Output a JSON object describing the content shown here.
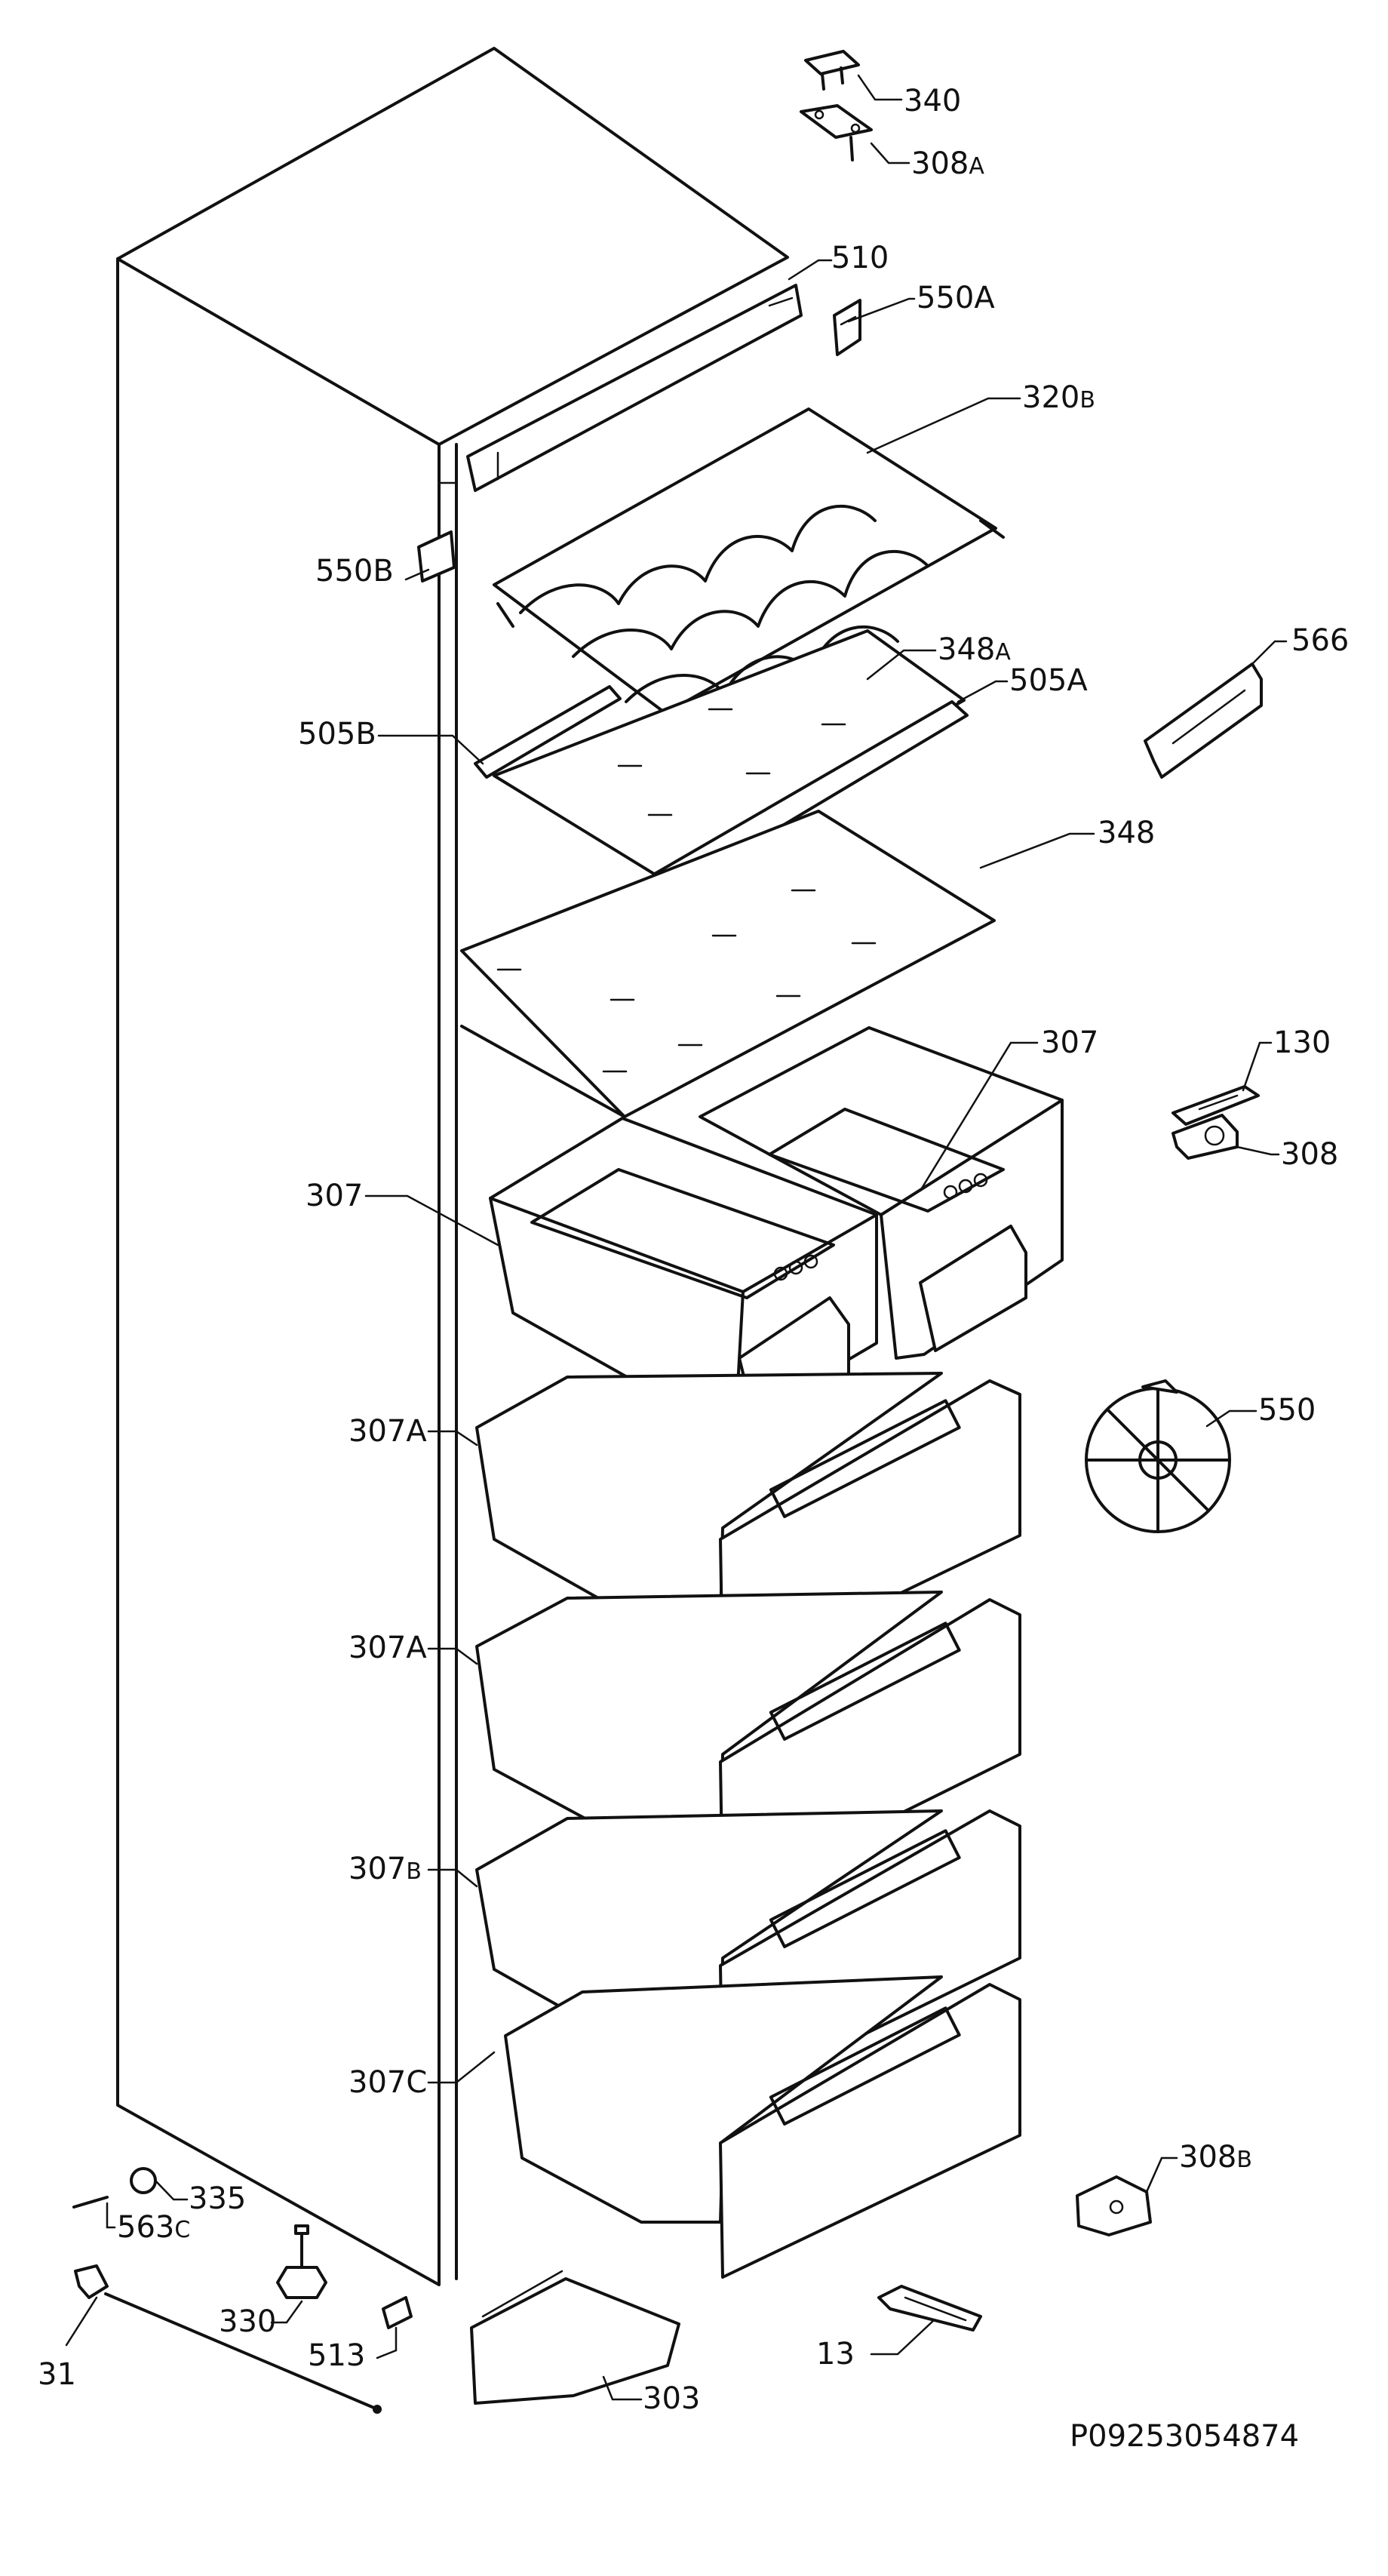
{
  "labels": {
    "l340": "340",
    "l308a": "308",
    "l308a_sub": "A",
    "l510": "510",
    "l550a": "550A",
    "l320b": "320",
    "l320b_sub": "B",
    "l550b": "550B",
    "l348a": "348",
    "l348a_sub": "A",
    "l505a": "505A",
    "l505b": "505B",
    "l566": "566",
    "l348": "348",
    "l307_top": "307",
    "l307_left": "307",
    "l130": "130",
    "l308": "308",
    "l307a_1": "307A",
    "l550": "550",
    "l307a_2": "307A",
    "l307b": "307",
    "l307b_sub": "B",
    "l307c": "307C",
    "l335": "335",
    "l563c": "563",
    "l563c_sub": "C",
    "l308b": "308",
    "l308b_sub": "B",
    "l330": "330",
    "l513": "513",
    "l303": "303",
    "l13": "13",
    "l31": "31"
  },
  "document_id": "P09253054874"
}
